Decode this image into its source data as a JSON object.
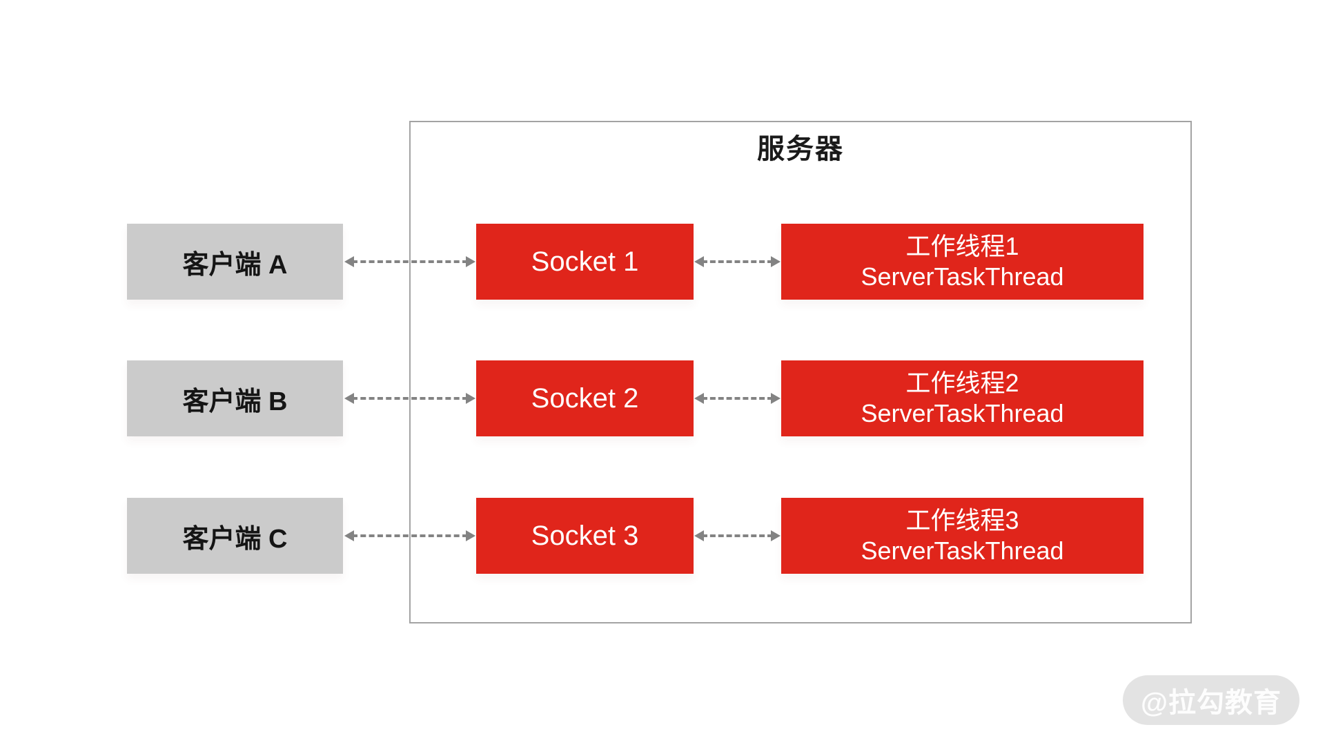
{
  "diagram": {
    "server": {
      "title": "服务器"
    },
    "rows": [
      {
        "client": "客户端 A",
        "socket": "Socket 1",
        "worker_line1": "工作线程1",
        "worker_line2": "ServerTaskThread"
      },
      {
        "client": "客户端 B",
        "socket": "Socket 2",
        "worker_line1": "工作线程2",
        "worker_line2": "ServerTaskThread"
      },
      {
        "client": "客户端 C",
        "socket": "Socket 3",
        "worker_line1": "工作线程3",
        "worker_line2": "ServerTaskThread"
      }
    ],
    "colors": {
      "accent_red": "#e0251b",
      "client_gray": "#cbcbcb",
      "arrow_gray": "#838383",
      "server_border_gray": "#a3a3a3"
    },
    "watermark": "@拉勾教育"
  }
}
